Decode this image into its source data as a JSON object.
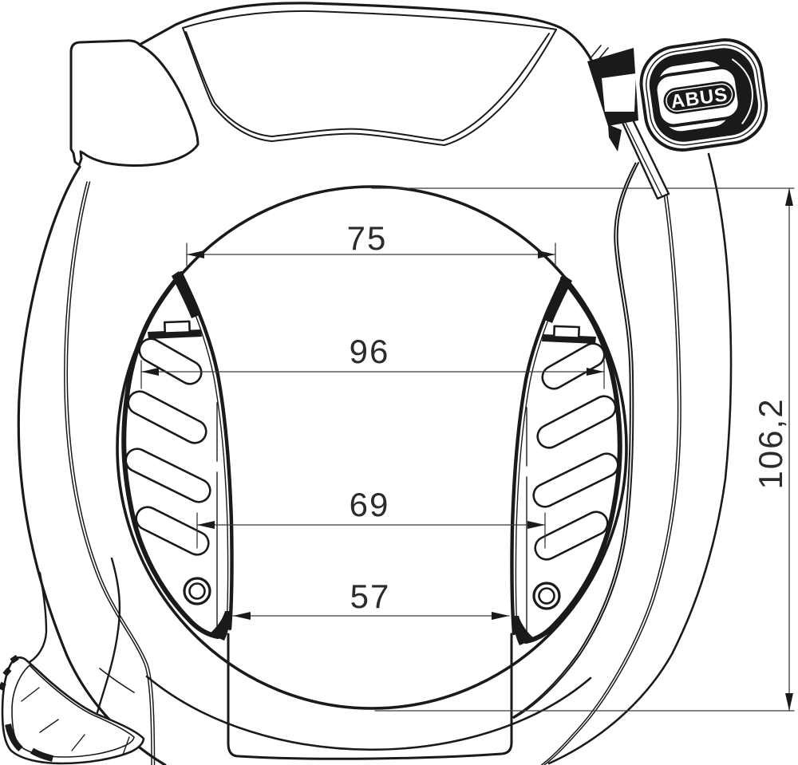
{
  "drawing": {
    "type": "technical-line-drawing",
    "subject": "bicycle frame ring lock with key",
    "background_color": "#ffffff",
    "line_color": "#1a1a1a",
    "dimension_line_color": "#3a3a3a"
  },
  "brand": {
    "logo_text": "ABUS"
  },
  "annotations": {
    "dim_75": {
      "label": "75",
      "orientation": "horizontal"
    },
    "dim_96": {
      "label": "96",
      "orientation": "horizontal"
    },
    "dim_69": {
      "label": "69",
      "orientation": "horizontal"
    },
    "dim_57": {
      "label": "57",
      "orientation": "horizontal"
    },
    "dim_106": {
      "label": "106,2",
      "orientation": "vertical"
    }
  }
}
